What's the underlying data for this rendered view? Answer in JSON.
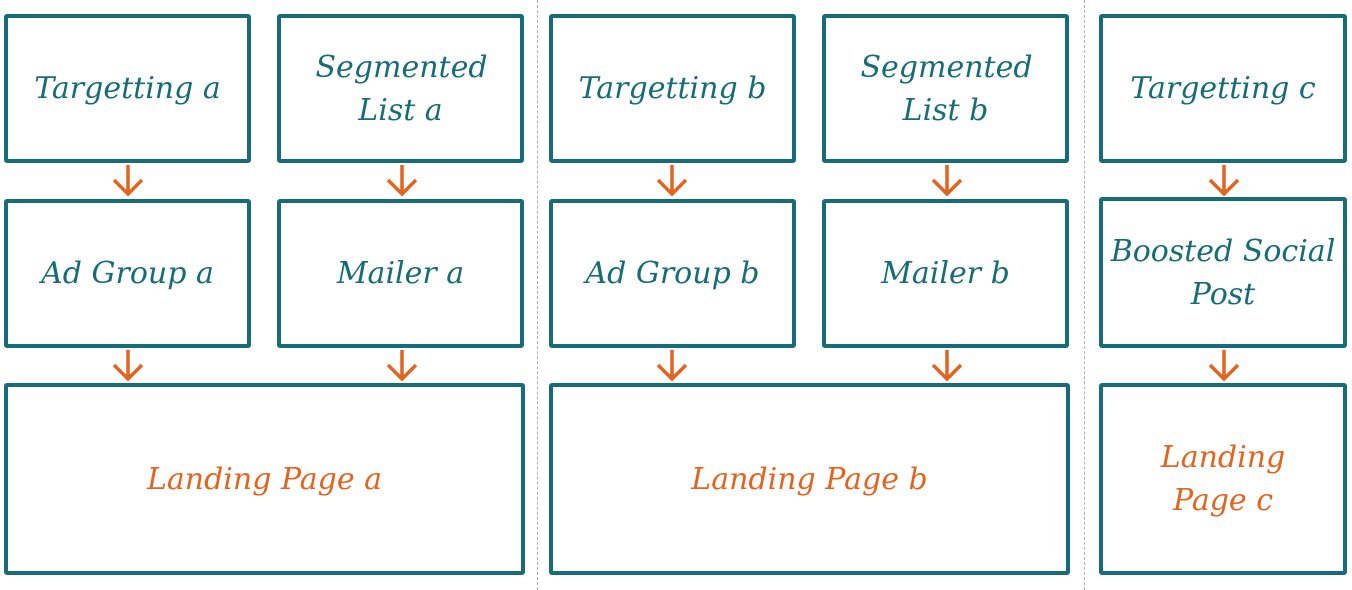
{
  "colors": {
    "box_border": "#166c78",
    "label_text": "#166c78",
    "landing_text": "#e2641e",
    "arrow": "#e2641e",
    "divider": "#b0b0b0"
  },
  "groups": [
    {
      "targeting": "Targetting a",
      "segmented_list": "Segmented List a",
      "ad_group": "Ad Group a",
      "mailer": "Mailer a",
      "landing_page": "Landing Page a"
    },
    {
      "targeting": "Targetting b",
      "segmented_list": "Segmented List b",
      "ad_group": "Ad Group b",
      "mailer": "Mailer b",
      "landing_page": "Landing Page b"
    },
    {
      "targeting": "Targetting c",
      "boosted_post": "Boosted Social Post",
      "landing_page": "Landing Page c"
    }
  ]
}
